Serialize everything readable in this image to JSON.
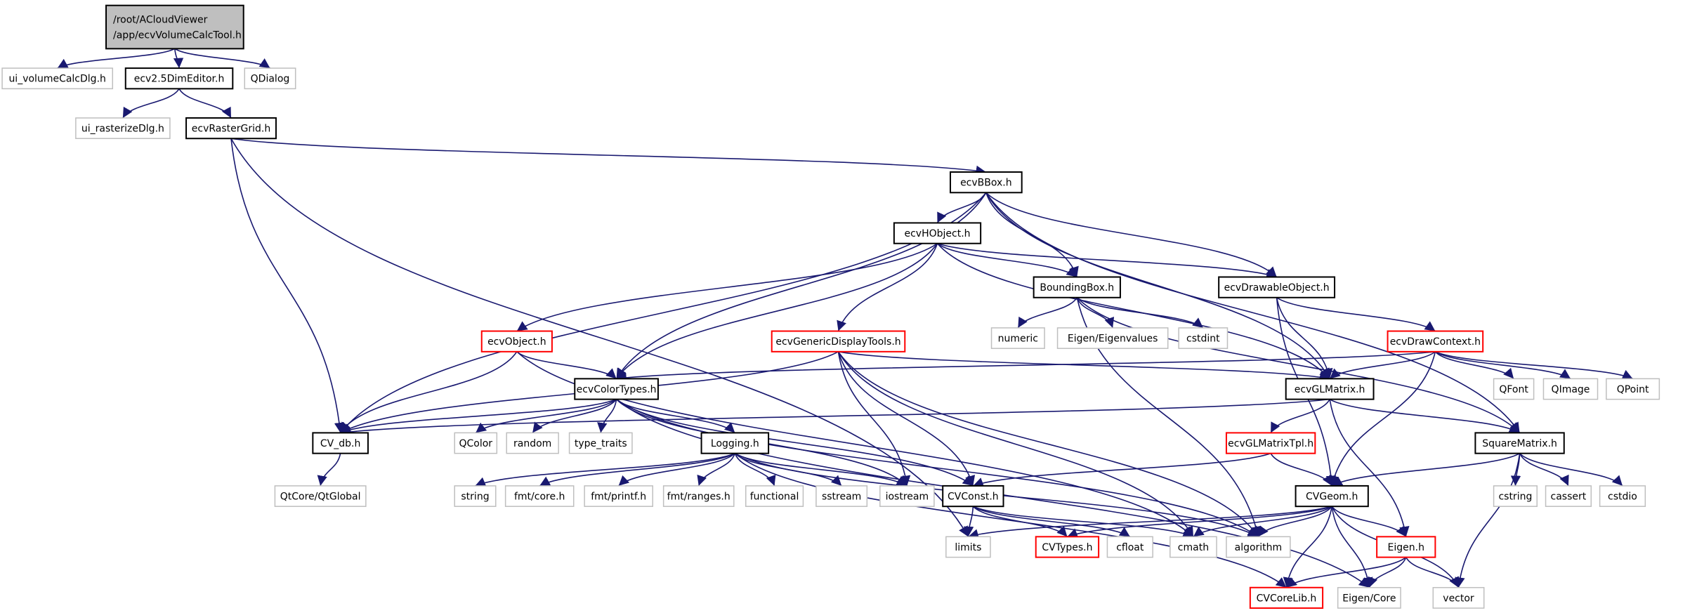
{
  "colors": {
    "edge": "#191970",
    "node_local": "#000000",
    "node_external": "#bfbfbf",
    "node_incomplete": "#ff0000",
    "root_fill": "#bfbfbf"
  },
  "nodes": [
    {
      "id": "root",
      "label": "/root/ACloudViewer\n/app/ecvVolumeCalcTool.h",
      "kind": "root"
    },
    {
      "id": "uivol",
      "label": "ui_volumeCalcDlg.h",
      "kind": "external"
    },
    {
      "id": "dim",
      "label": "ecv2.5DimEditor.h",
      "kind": "local"
    },
    {
      "id": "qdialog",
      "label": "QDialog",
      "kind": "external"
    },
    {
      "id": "uiras",
      "label": "ui_rasterizeDlg.h",
      "kind": "external"
    },
    {
      "id": "raster",
      "label": "ecvRasterGrid.h",
      "kind": "local"
    },
    {
      "id": "bbox",
      "label": "ecvBBox.h",
      "kind": "local"
    },
    {
      "id": "hobj",
      "label": "ecvHObject.h",
      "kind": "local"
    },
    {
      "id": "bb",
      "label": "BoundingBox.h",
      "kind": "local"
    },
    {
      "id": "drawable",
      "label": "ecvDrawableObject.h",
      "kind": "local"
    },
    {
      "id": "numeric",
      "label": "numeric",
      "kind": "external"
    },
    {
      "id": "eigval",
      "label": "Eigen/Eigenvalues",
      "kind": "external"
    },
    {
      "id": "cstdint",
      "label": "cstdint",
      "kind": "external"
    },
    {
      "id": "obj",
      "label": "ecvObject.h",
      "kind": "incomplete"
    },
    {
      "id": "gdt",
      "label": "ecvGenericDisplayTools.h",
      "kind": "incomplete"
    },
    {
      "id": "dc",
      "label": "ecvDrawContext.h",
      "kind": "incomplete"
    },
    {
      "id": "color",
      "label": "ecvColorTypes.h",
      "kind": "local"
    },
    {
      "id": "glm",
      "label": "ecvGLMatrix.h",
      "kind": "local"
    },
    {
      "id": "qfont",
      "label": "QFont",
      "kind": "external"
    },
    {
      "id": "qimage",
      "label": "QImage",
      "kind": "external"
    },
    {
      "id": "qpoint",
      "label": "QPoint",
      "kind": "external"
    },
    {
      "id": "cvdb",
      "label": "CV_db.h",
      "kind": "local"
    },
    {
      "id": "qcolor",
      "label": "QColor",
      "kind": "external"
    },
    {
      "id": "random",
      "label": "random",
      "kind": "external"
    },
    {
      "id": "tt",
      "label": "type_traits",
      "kind": "external"
    },
    {
      "id": "logging",
      "label": "Logging.h",
      "kind": "local"
    },
    {
      "id": "glmtpl",
      "label": "ecvGLMatrixTpl.h",
      "kind": "incomplete"
    },
    {
      "id": "sq",
      "label": "SquareMatrix.h",
      "kind": "local"
    },
    {
      "id": "qtglobal",
      "label": "QtCore/QtGlobal",
      "kind": "external"
    },
    {
      "id": "string",
      "label": "string",
      "kind": "external"
    },
    {
      "id": "fmtcore",
      "label": "fmt/core.h",
      "kind": "external"
    },
    {
      "id": "fmtprintf",
      "label": "fmt/printf.h",
      "kind": "external"
    },
    {
      "id": "fmtranges",
      "label": "fmt/ranges.h",
      "kind": "external"
    },
    {
      "id": "functional",
      "label": "functional",
      "kind": "external"
    },
    {
      "id": "sstream",
      "label": "sstream",
      "kind": "external"
    },
    {
      "id": "iostream",
      "label": "iostream",
      "kind": "external"
    },
    {
      "id": "cvconst",
      "label": "CVConst.h",
      "kind": "local"
    },
    {
      "id": "cvgeom",
      "label": "CVGeom.h",
      "kind": "local"
    },
    {
      "id": "cstring",
      "label": "cstring",
      "kind": "external"
    },
    {
      "id": "cassert",
      "label": "cassert",
      "kind": "external"
    },
    {
      "id": "cstdio",
      "label": "cstdio",
      "kind": "external"
    },
    {
      "id": "limits",
      "label": "limits",
      "kind": "external"
    },
    {
      "id": "cvtypes",
      "label": "CVTypes.h",
      "kind": "incomplete"
    },
    {
      "id": "cfloat",
      "label": "cfloat",
      "kind": "external"
    },
    {
      "id": "cmath",
      "label": "cmath",
      "kind": "external"
    },
    {
      "id": "algorithm",
      "label": "algorithm",
      "kind": "external"
    },
    {
      "id": "eigenh",
      "label": "Eigen.h",
      "kind": "incomplete"
    },
    {
      "id": "corelib",
      "label": "CVCoreLib.h",
      "kind": "incomplete"
    },
    {
      "id": "eigcore",
      "label": "Eigen/Core",
      "kind": "external"
    },
    {
      "id": "vector",
      "label": "vector",
      "kind": "external"
    }
  ],
  "edges": [
    [
      "root",
      "uivol"
    ],
    [
      "root",
      "dim"
    ],
    [
      "root",
      "qdialog"
    ],
    [
      "dim",
      "uiras"
    ],
    [
      "dim",
      "raster"
    ],
    [
      "raster",
      "bbox"
    ],
    [
      "raster",
      "cvdb"
    ],
    [
      "raster",
      "limits"
    ],
    [
      "bbox",
      "hobj"
    ],
    [
      "bbox",
      "bb"
    ],
    [
      "bbox",
      "drawable"
    ],
    [
      "bbox",
      "color"
    ],
    [
      "bbox",
      "cvdb"
    ],
    [
      "bbox",
      "glm"
    ],
    [
      "bbox",
      "sq"
    ],
    [
      "hobj",
      "obj"
    ],
    [
      "hobj",
      "gdt"
    ],
    [
      "hobj",
      "bb"
    ],
    [
      "hobj",
      "drawable"
    ],
    [
      "hobj",
      "color"
    ],
    [
      "hobj",
      "glm"
    ],
    [
      "bb",
      "numeric"
    ],
    [
      "bb",
      "eigval"
    ],
    [
      "bb",
      "cstdint"
    ],
    [
      "bb",
      "algorithm"
    ],
    [
      "bb",
      "sq"
    ],
    [
      "drawable",
      "dc"
    ],
    [
      "drawable",
      "glm"
    ],
    [
      "drawable",
      "cvgeom"
    ],
    [
      "obj",
      "color"
    ],
    [
      "obj",
      "cvdb"
    ],
    [
      "obj",
      "cmath"
    ],
    [
      "gdt",
      "cvdb"
    ],
    [
      "gdt",
      "glm"
    ],
    [
      "gdt",
      "iostream"
    ],
    [
      "gdt",
      "cvconst"
    ],
    [
      "gdt",
      "cmath"
    ],
    [
      "gdt",
      "algorithm"
    ],
    [
      "dc",
      "color"
    ],
    [
      "dc",
      "glm"
    ],
    [
      "dc",
      "qfont"
    ],
    [
      "dc",
      "qimage"
    ],
    [
      "dc",
      "qpoint"
    ],
    [
      "dc",
      "cvgeom"
    ],
    [
      "color",
      "cvdb"
    ],
    [
      "color",
      "qcolor"
    ],
    [
      "color",
      "random"
    ],
    [
      "color",
      "tt"
    ],
    [
      "color",
      "logging"
    ],
    [
      "color",
      "iostream"
    ],
    [
      "color",
      "cvconst"
    ],
    [
      "color",
      "algorithm"
    ],
    [
      "color",
      "eigcore"
    ],
    [
      "glm",
      "cvdb"
    ],
    [
      "glm",
      "glmtpl"
    ],
    [
      "glm",
      "sq"
    ],
    [
      "glm",
      "eigenh"
    ],
    [
      "glmtpl",
      "cvconst"
    ],
    [
      "glmtpl",
      "cvgeom"
    ],
    [
      "sq",
      "cvgeom"
    ],
    [
      "sq",
      "cstring"
    ],
    [
      "sq",
      "cassert"
    ],
    [
      "sq",
      "cstdio"
    ],
    [
      "sq",
      "vector"
    ],
    [
      "logging",
      "string"
    ],
    [
      "logging",
      "fmtcore"
    ],
    [
      "logging",
      "fmtprintf"
    ],
    [
      "logging",
      "fmtranges"
    ],
    [
      "logging",
      "functional"
    ],
    [
      "logging",
      "sstream"
    ],
    [
      "logging",
      "iostream"
    ],
    [
      "logging",
      "corelib"
    ],
    [
      "logging",
      "algorithm"
    ],
    [
      "cvdb",
      "qtglobal"
    ],
    [
      "cvconst",
      "limits"
    ],
    [
      "cvconst",
      "cvtypes"
    ],
    [
      "cvconst",
      "cfloat"
    ],
    [
      "cvconst",
      "cmath"
    ],
    [
      "cvgeom",
      "limits"
    ],
    [
      "cvgeom",
      "cvtypes"
    ],
    [
      "cvgeom",
      "cmath"
    ],
    [
      "cvgeom",
      "algorithm"
    ],
    [
      "cvgeom",
      "corelib"
    ],
    [
      "cvgeom",
      "eigcore"
    ],
    [
      "cvgeom",
      "eigenh"
    ],
    [
      "cvgeom",
      "vector"
    ],
    [
      "eigenh",
      "corelib"
    ],
    [
      "eigenh",
      "eigcore"
    ],
    [
      "eigenh",
      "vector"
    ]
  ]
}
